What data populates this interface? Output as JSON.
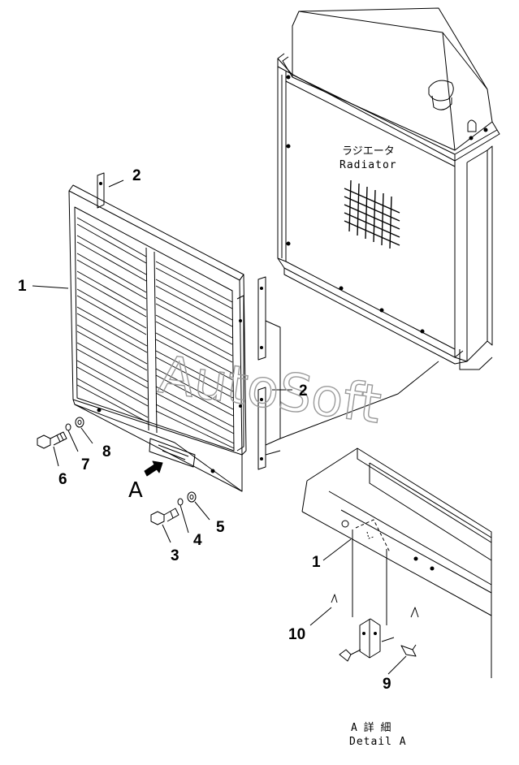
{
  "labels": {
    "radiator_jp": "ラジエータ",
    "radiator_en": "Radiator",
    "detail_jp": "A 詳 細",
    "detail_en": "Detail A",
    "view_letter": "A",
    "watermark": "AutoSoft"
  },
  "callouts": {
    "c1_main": "1",
    "c2_top": "2",
    "c2_side": "2",
    "c3": "3",
    "c4": "4",
    "c5": "5",
    "c6": "6",
    "c7": "7",
    "c8": "8",
    "c1_detail": "1",
    "c9": "9",
    "c10": "10"
  }
}
